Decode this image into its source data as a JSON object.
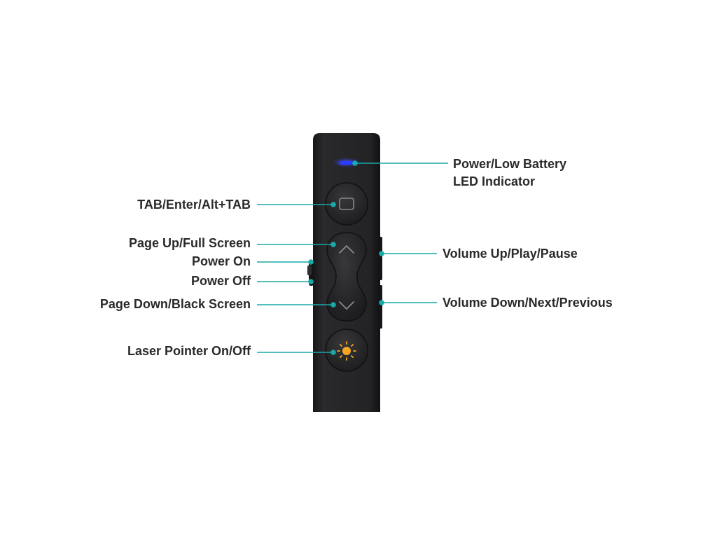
{
  "colors": {
    "background": "#ffffff",
    "device_body": "#1f1f21",
    "button": "#2a2a2c",
    "leader_line": "#1aa8a8",
    "led": "#2b3cff",
    "laser_icon": "#f6a623",
    "label_text": "#2a2a2a"
  },
  "labels": {
    "power_led_line1": "Power/Low Battery",
    "power_led_line2": "LED Indicator",
    "tab_enter": "TAB/Enter/Alt+TAB",
    "page_up": "Page Up/Full Screen",
    "power_on": "Power On",
    "power_off": "Power Off",
    "page_down": "Page Down/Black Screen",
    "laser": "Laser Pointer On/Off",
    "volume_up": "Volume Up/Play/Pause",
    "volume_down": "Volume Down/Next/Previous"
  },
  "icons": {
    "tab_button": "square-icon",
    "up_button": "chevron-up-icon",
    "down_button": "chevron-down-icon",
    "laser_button": "sun-icon"
  }
}
